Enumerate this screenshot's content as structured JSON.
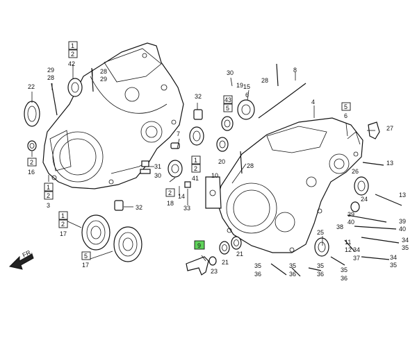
{
  "direction_label": "FR.",
  "labels": {
    "l1a": "1",
    "l2a": "2",
    "l42": "42",
    "l29a": "29",
    "l28a": "28",
    "l28b": "28",
    "l29b": "29",
    "l22": "22",
    "l16": "16",
    "l2b": "2",
    "l1b": "1",
    "l2c": "2",
    "l3": "3",
    "l1c": "1",
    "l2d": "2",
    "l17a": "17",
    "l5a": "5",
    "l17b": "17",
    "l32a": "32",
    "l32b": "32",
    "l31": "31",
    "l30a": "30",
    "l7": "7",
    "l1d": "1",
    "l2e": "2",
    "l41": "41",
    "l2f": "2",
    "l18": "18",
    "l14": "14",
    "l33": "33",
    "l30b": "30",
    "l19": "19",
    "l43": "43",
    "l5b": "5",
    "l15": "15",
    "l6a": "6",
    "l28c": "28",
    "l8": "8",
    "l20": "20",
    "l28d": "28",
    "l10": "10",
    "l4": "4",
    "l5c": "5",
    "l6b": "6",
    "l27": "27",
    "l13a": "13",
    "l26": "26",
    "l24": "24",
    "l13b": "13",
    "l39a": "39",
    "l40a": "40",
    "l39b": "39",
    "l40b": "40",
    "l25": "25",
    "l11": "11",
    "l12": "12",
    "l34a": "34",
    "l37": "37",
    "l34b": "34",
    "l35a": "35",
    "l34c": "34",
    "l35b": "35",
    "l9": "9",
    "l23": "23",
    "l21a": "21",
    "l21b": "21",
    "l35c": "35",
    "l36a": "36",
    "l35d": "35",
    "l36b": "36",
    "l35e": "35",
    "l36c": "36",
    "l35f": "35",
    "l36d": "36",
    "l38": "38"
  },
  "colors": {
    "highlight": "#5fd35a",
    "ink": "#111111",
    "background": "#ffffff"
  }
}
